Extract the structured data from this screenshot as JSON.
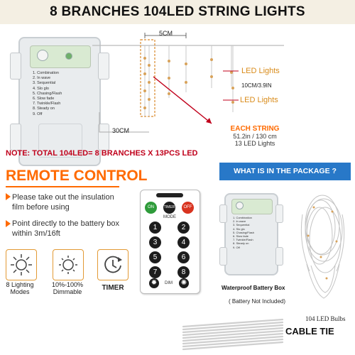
{
  "header": {
    "title": "8 BRANCHES 104LED STRING LIGHTS"
  },
  "top_battery_box": {
    "modes": [
      "1. Combination",
      "2. In wave",
      "3. Sequential",
      "4. Slo glo",
      "5. Chasing/Flash",
      "6. Slow fade",
      "7. Twinkle/Flash",
      "8. Steady on",
      "9. Off"
    ]
  },
  "dimensions": {
    "spacing": "5CM",
    "lead_wire": "30CM",
    "bulb_spacing": "10CM/3.9IN",
    "led_label_1": "LED Lights",
    "led_label_2": "LED Lights",
    "each_string_title": "EACH STRING",
    "each_string_length": "51.2in / 130 cm",
    "each_string_count": "13 LED Lights"
  },
  "note": "NOTE: TOTAL 104LED= 8 BRANCHES X 13PCS LED",
  "remote_section": {
    "title": "REMOTE CONTROL",
    "bullets": [
      "Please take out the insulation film before using",
      "Point directly to the battery box within 3m/16ft"
    ],
    "features": [
      {
        "icon": "sun-rays-icon",
        "label": "8 Lighting Modes"
      },
      {
        "icon": "dim-sun-icon",
        "label": "10%-100% Dimmable"
      },
      {
        "icon": "clock-icon",
        "label": "TIMER"
      }
    ]
  },
  "remote": {
    "top_keys": [
      "ON",
      "TIMER",
      "OFF"
    ],
    "mode_label": "MODE",
    "numbers": [
      "1",
      "2",
      "3",
      "4",
      "5",
      "6",
      "7",
      "8"
    ],
    "dim_label": "DIM",
    "colors": {
      "on": "#2e9b3a",
      "timer": "#1d1d1d",
      "off": "#d8331f"
    }
  },
  "package": {
    "title": "WHAT IS IN THE PACKAGE ?",
    "battery_box_label": "Waterproof Battery Box",
    "battery_note": "( Battery Not Included)",
    "bulbs_label": "104 LED Bulbs",
    "cable_tie_label": "CABLE TIE",
    "modes": [
      "1. Combination",
      "2. In wave",
      "3. Sequential",
      "4. Slo glo",
      "5. Chasing/Flash",
      "6. Slow fade",
      "7. Twinkle/Flash",
      "8. Steady on",
      "9. Off"
    ]
  },
  "theme": {
    "accent": "#ff6a00",
    "note_red": "#c0001b",
    "package_blue": "#2878c8",
    "led_orange": "#d98b1a"
  }
}
